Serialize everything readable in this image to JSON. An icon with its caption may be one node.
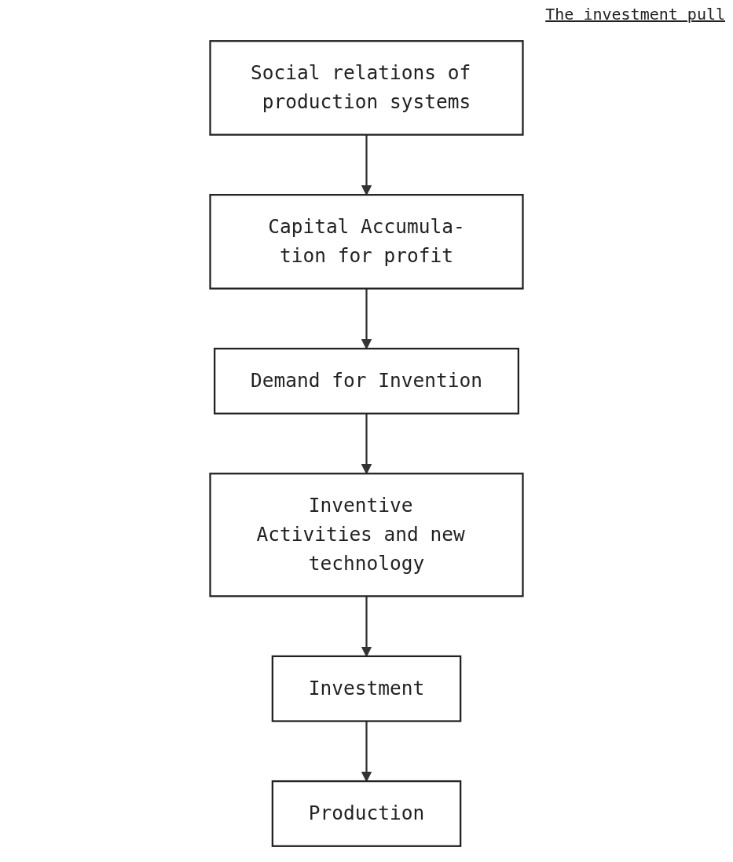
{
  "diagram": {
    "title": "The investment pull",
    "nodes": [
      {
        "text": [
          "Social relations of production systems"
        ]
      },
      {
        "text": [
          "Capital Accumula-tion for profit"
        ]
      },
      {
        "text": [
          "Demand for Invention"
        ]
      },
      {
        "text": [
          "Inventive Activities and new technology"
        ]
      },
      {
        "text": [
          "Investment"
        ]
      },
      {
        "text": [
          "Production"
        ]
      }
    ],
    "edges": [
      {
        "from": 0,
        "to": 1,
        "arrow": "to"
      },
      {
        "from": 1,
        "to": 2,
        "arrow": "to"
      },
      {
        "from": 2,
        "to": 3,
        "arrow": "to"
      },
      {
        "from": 3,
        "to": 4,
        "arrow": "to"
      },
      {
        "from": 4,
        "to": 5,
        "arrow": "to"
      }
    ]
  }
}
